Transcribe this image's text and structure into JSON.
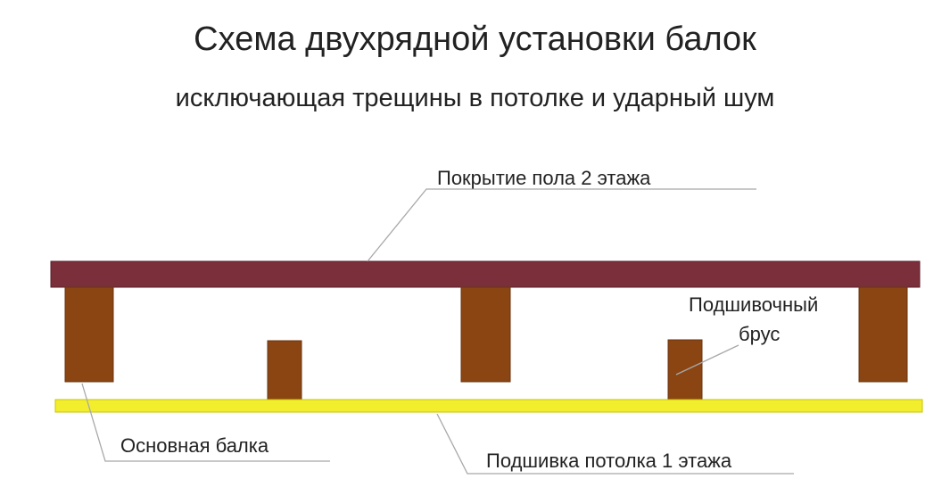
{
  "title": "Схема двухрядной установки балок",
  "subtitle": "исключающая трещины в потолке и ударный шум",
  "labels": {
    "floor_covering": "Покрытие пола 2 этажа",
    "nailing_bar_line1": "Подшивочный",
    "nailing_bar_line2": "брус",
    "main_beam": "Основная балка",
    "ceiling_lining": "Подшивка потолка 1 этажа"
  },
  "colors": {
    "floor_covering": "#7b2f3a",
    "beam": "#8a4513",
    "ceiling_lining": "#f2ee2e",
    "leader_line": "#b0b0b0",
    "text": "#222222"
  }
}
